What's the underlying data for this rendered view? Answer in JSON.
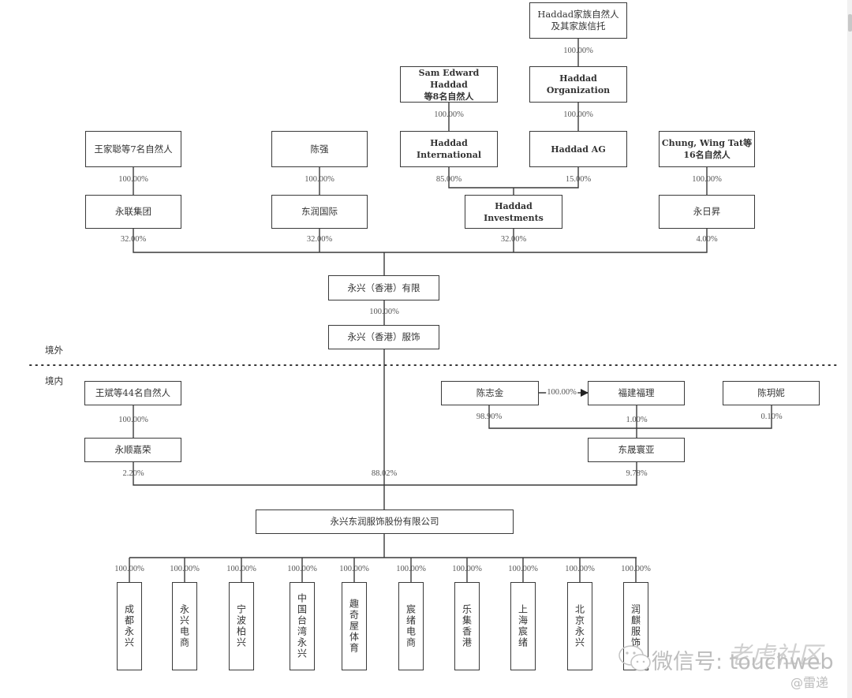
{
  "diagram": {
    "regions": {
      "overseas": "境外",
      "domestic": "境内"
    },
    "entities": {
      "haddad_family": "Haddad家族自然人\n及其家族信托",
      "sam_haddad": "Sam Edward Haddad\n等8名自然人",
      "haddad_org": "Haddad Organization",
      "wang_jiacong": "王家聪等7名自然人",
      "chen_qiang": "陈强",
      "haddad_intl": "Haddad International",
      "haddad_ag": "Haddad AG",
      "chung": "Chung, Wing Tat等\n16名自然人",
      "yonglian": "永联集团",
      "dongrun_intl": "东润国际",
      "haddad_inv": "Haddad Investments",
      "yongrisheng": "永日昇",
      "yx_hk_ltd": "永兴（香港）有限",
      "yx_hk_apparel": "永兴（香港）服饰",
      "wang_bin": "王斌等44名自然人",
      "chen_zhijin": "陈志金",
      "fujian_fuli": "福建福理",
      "chen_yueni": "陈玥妮",
      "yongshun": "永顺嘉荣",
      "dongsheng": "东晟寰亚",
      "main_company": "永兴东润服饰股份有限公司"
    },
    "percentages": {
      "haddad_family_to_org": "100.00%",
      "sam_to_intl": "100.00%",
      "org_to_ag": "100.00%",
      "wang_to_yonglian": "100.00%",
      "chen_to_dongrun": "100.00%",
      "intl_to_inv": "85.00%",
      "ag_to_inv": "15.00%",
      "chung_to_yrs": "100.00%",
      "yonglian_to_hk": "32.00%",
      "dongrun_to_hk": "32.00%",
      "inv_to_hk": "32.00%",
      "yrs_to_hk": "4.00%",
      "hk_ltd_to_apparel": "100.00%",
      "wangbin_to_yongshun": "100.00%",
      "chenzj_to_fujian": "100.00%",
      "chenzj_to_dongsheng": "98.90%",
      "fujian_to_dongsheng": "1.00%",
      "chenyn_to_dongsheng": "0.10%",
      "yongshun_to_main": "2.20%",
      "apparel_to_main": "88.02%",
      "dongsheng_to_main": "9.78%"
    },
    "subsidiaries": [
      {
        "name": "成都永兴",
        "pct": "100.00%"
      },
      {
        "name": "永兴电商",
        "pct": "100.00%"
      },
      {
        "name": "宁波柏兴",
        "pct": "100.00%"
      },
      {
        "name": "中国台湾永兴",
        "pct": "100.00%"
      },
      {
        "name": "趣奇屋体育",
        "pct": "100.00%"
      },
      {
        "name": "宸绪电商",
        "pct": "100.00%"
      },
      {
        "name": "乐集香港",
        "pct": "100.00%"
      },
      {
        "name": "上海宸绪",
        "pct": "100.00%"
      },
      {
        "name": "北京永兴",
        "pct": "100.00%"
      },
      {
        "name": "润麒服饰",
        "pct": "100.00%"
      }
    ]
  },
  "watermark": {
    "wechat": "微信号: touchweb",
    "site": "老虎社区",
    "author": "@雷递"
  },
  "colors": {
    "line": "#3a3a3a",
    "text": "#333333",
    "watermark": "#bdbdbd"
  }
}
